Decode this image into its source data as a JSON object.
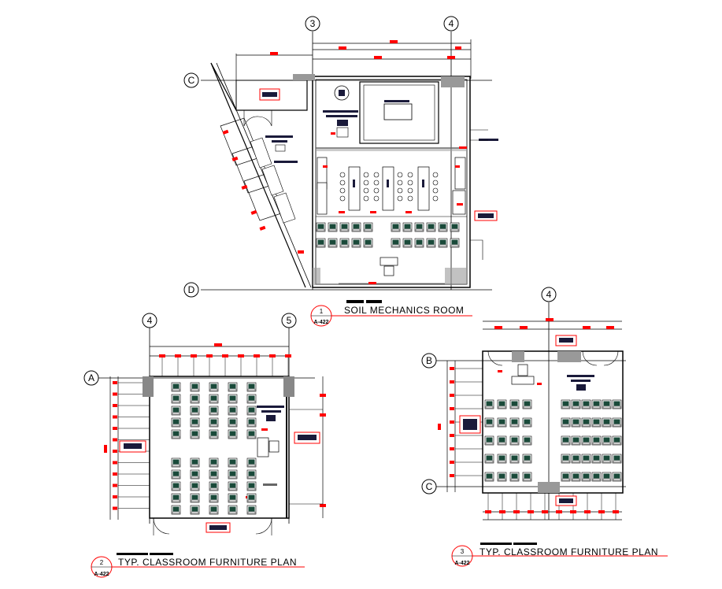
{
  "plans": [
    {
      "number": "1",
      "sheet": "A-422",
      "title": "SOIL MECHANICS ROOM"
    },
    {
      "number": "2",
      "sheet": "A-422",
      "title": "TYP. CLASSROOM FURNITURE PLAN"
    },
    {
      "number": "3",
      "sheet": "A-422",
      "title": "TYP. CLASSROOM FURNITURE PLAN"
    }
  ],
  "grid_bubbles": {
    "plan1_top_left": "3",
    "plan1_top_right": "4",
    "plan1_left_top": "C",
    "plan1_left_bottom": "D",
    "plan2_top_left": "4",
    "plan2_top_right": "5",
    "plan2_left": "A",
    "plan3_top": "4",
    "plan3_left_top": "B",
    "plan3_left_bottom": "C"
  },
  "colors": {
    "line": "#000000",
    "annotation": "#ff0000",
    "furniture": "#1a4a3a",
    "text_block": "#1a1a3a"
  }
}
